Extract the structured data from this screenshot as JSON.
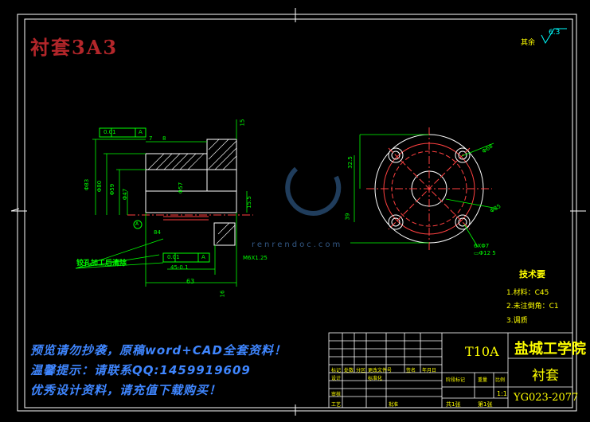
{
  "drawing": {
    "title": "衬套3A3",
    "surface_finish_label": "其余",
    "surface_finish_value": "6.3"
  },
  "tech_requirements": {
    "title": "技术要",
    "items": [
      "1.材料：C45",
      "2.未注倒角：C1",
      "3.调质"
    ]
  },
  "watermark": {
    "line1": "预览请勿抄袭，原稿word+CAD全套资料！",
    "line2": "温馨提示：请联系QQ:1459919609",
    "line3": "优秀设计资料，请充值下载购买！",
    "site": "renrendoc.com"
  },
  "title_block": {
    "material": "T10A",
    "school": "盐城工学院",
    "part_name": "衬套",
    "drawing_code": "YG023-2077",
    "scale": "1:1",
    "sheet_total": "共1张",
    "sheet_no": "第1张",
    "labels": {
      "mark": "标记",
      "count": "处数",
      "zone": "分区",
      "change_doc": "更改文件号",
      "sign": "签名",
      "date": "年月日",
      "design": "设计",
      "standard": "标准化",
      "stage_mark": "阶段标记",
      "weight": "重量",
      "ratio": "比例",
      "review": "审核",
      "process": "工艺",
      "approve": "批准"
    }
  },
  "annotations": {
    "hole_note": "铰孔加工后清除",
    "dims": {
      "phi83": "Φ83",
      "phi80": "Φ80",
      "phi59": "Φ59",
      "phi47": "Φ47",
      "phi57": "Φ57",
      "len63": "63",
      "len45": "45-0.1",
      "len15": "15",
      "len7": "7",
      "len8": "8",
      "len84": "84",
      "r325": "32.5",
      "r39": "39",
      "phi68": "Φ68",
      "phi85": "Φ85",
      "holes": "6XΦ7",
      "holes_depth": "▭Φ12 5",
      "thread": "M6X1.25",
      "tol1": "0.01",
      "tol2": "0.01",
      "datum": "A",
      "len16": "16",
      "len15b": "15.5"
    }
  }
}
